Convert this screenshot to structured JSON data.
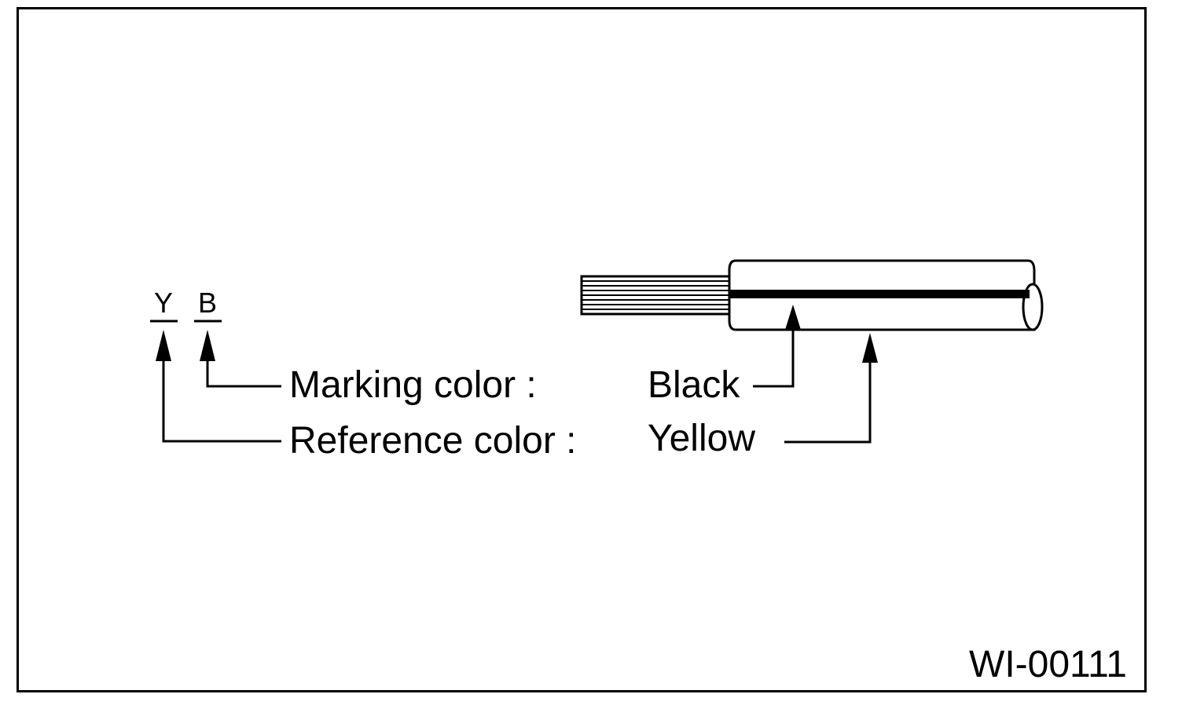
{
  "code": {
    "reference_letter": "Y",
    "marking_letter": "B"
  },
  "labels": {
    "marking": "Marking color :",
    "reference": "Reference color :"
  },
  "values": {
    "marking": "Black",
    "reference": "Yellow"
  },
  "figure_id": "WI-00111",
  "colors": {
    "line": "#000000",
    "background": "#ffffff"
  }
}
